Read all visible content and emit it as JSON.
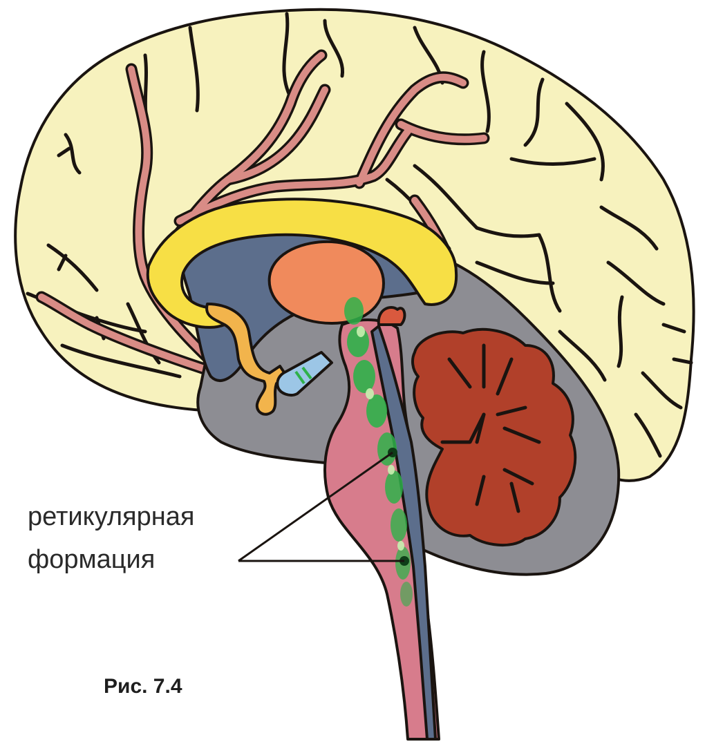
{
  "figure": {
    "label_line1": "ретикулярная",
    "label_line2": "формация",
    "caption": "Рис. 7.4"
  },
  "colors": {
    "cortex": "#f7f2be",
    "artery": "#d98c86",
    "corpus_callosum": "#f7df45",
    "fornix": "#f2b44c",
    "ventricle": "#5c6e8c",
    "thalamus": "#f08a5c",
    "cerebellum": "#b1402a",
    "brainstem": "#d77c8c",
    "deep_gray": "#8d8d93",
    "reticular_formation": "#2fb14a",
    "optic_chiasm": "#9cc6e6"
  }
}
